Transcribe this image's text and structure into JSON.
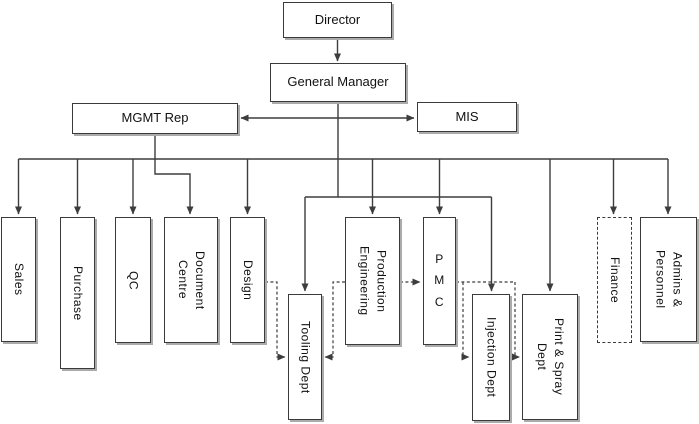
{
  "colors": {
    "line": "#3d3d3d",
    "box_border": "#3a3a3a",
    "box_fill": "#ffffff",
    "text": "#111111",
    "shadow": "#ababab",
    "bg": "#ffffff"
  },
  "nodes": {
    "director": {
      "label": "Director"
    },
    "general_manager": {
      "label": "General Manager"
    },
    "mgmt_rep": {
      "label": "MGMT Rep"
    },
    "mis": {
      "label": "MIS"
    },
    "sales": {
      "label": "Sales"
    },
    "purchase": {
      "label": "Purchase"
    },
    "qc": {
      "label": "QC"
    },
    "document_centre": {
      "label": "Document\nCentre"
    },
    "design": {
      "label": "Design"
    },
    "tooling_dept": {
      "label": "Tooling Dept"
    },
    "production_engineering": {
      "label": "Production\nEngineering"
    },
    "pmc": {
      "label": "P\nM\nC"
    },
    "injection_dept": {
      "label": "Injection Dept"
    },
    "print_spray_dept": {
      "label": "Print & Spray\nDept"
    },
    "finance": {
      "label": "Finance"
    },
    "admins_personnel": {
      "label": "Admins &\nPersonnel"
    }
  }
}
